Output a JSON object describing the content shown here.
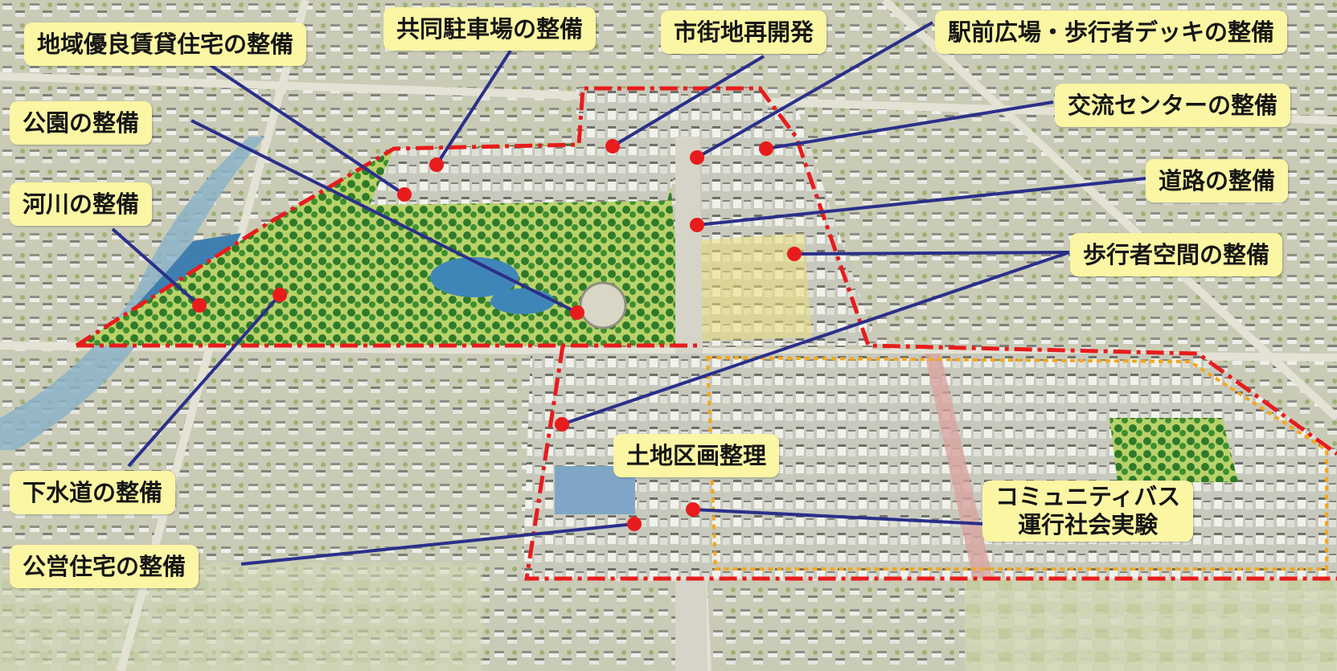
{
  "colors": {
    "label_bg": "#fbf6a3",
    "leader_line": "#2a2f8a",
    "marker": "#e81c1c",
    "project_boundary": "#e81c1c",
    "land_readjustment_boundary": "#f2a81d"
  },
  "labels": {
    "housing": "地域優良賃貸住宅の整備",
    "parking": "共同駐車場の整備",
    "redevelopment": "市街地再開発",
    "station_plaza": "駅前広場・歩行者デッキの整備",
    "exchange_center": "交流センターの整備",
    "park": "公園の整備",
    "river": "河川の整備",
    "road": "道路の整備",
    "pedestrian": "歩行者空間の整備",
    "land_readjustment": "土地区画整理",
    "community_bus": "コミュニティバス",
    "community_bus_2": "運行社会実験",
    "sewer": "下水道の整備",
    "public_housing": "公営住宅の整備"
  }
}
